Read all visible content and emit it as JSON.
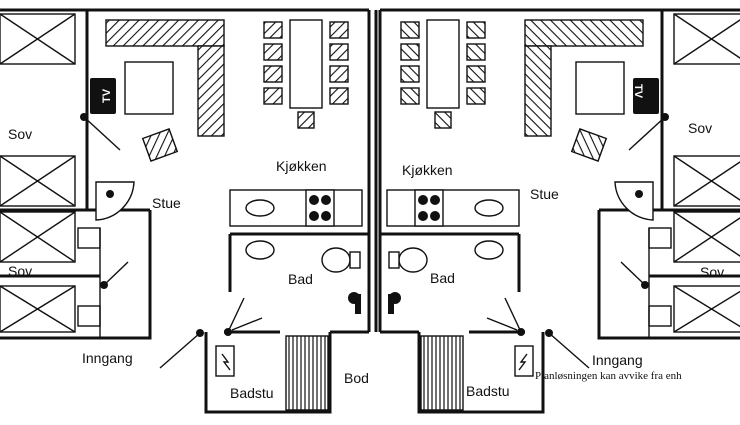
{
  "labels": {
    "sov": "Sov",
    "stue": "Stue",
    "kjokken": "Kjøkken",
    "bad": "Bad",
    "badstu": "Badstu",
    "bod": "Bod",
    "inngang": "Inngang",
    "tv": "TV"
  },
  "note": "Planløsningen kan avvike fra enh"
}
